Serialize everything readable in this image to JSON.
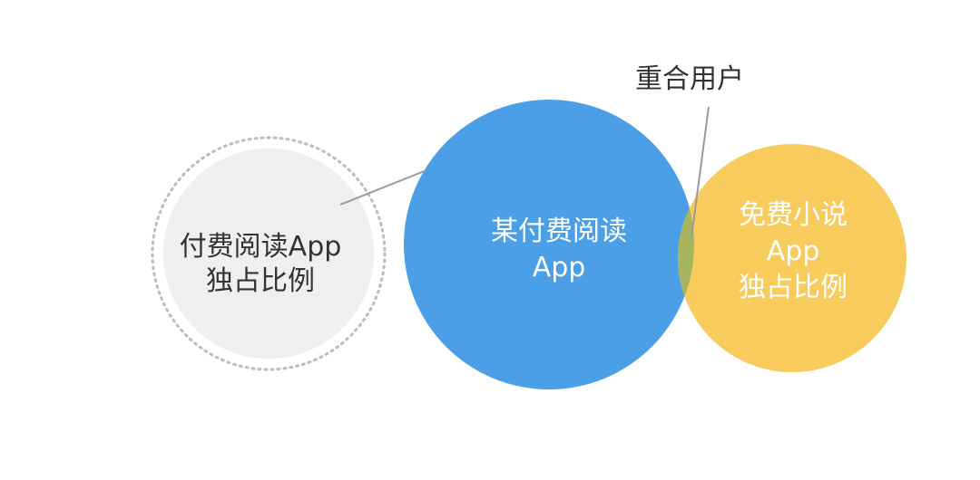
{
  "diagram": {
    "share_circle": {
      "line1": "付费阅读App",
      "line2": "独占比例",
      "fill": "#efefef",
      "border": "#bdbdbd"
    },
    "main_circle": {
      "line1": "某付费阅读",
      "line2": "App",
      "fill": "#4a9fe6"
    },
    "free_circle": {
      "line1": "免费小说",
      "line2": "App",
      "line3": "独占比例",
      "fill": "#f8cc5c"
    },
    "overlap": {
      "label": "重合用户",
      "fill": "#a8b560"
    },
    "pointer_color": "#9a9a9a"
  }
}
